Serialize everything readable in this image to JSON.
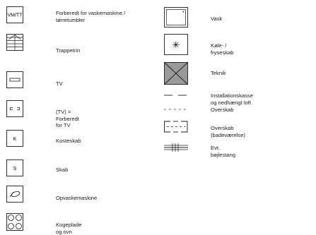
{
  "legend": {
    "left": [
      {
        "icon": "vm-tt-box-icon",
        "symbol_text": "VM/TT",
        "label": "Forberedt for vaskemaskine / tørretumbler"
      },
      {
        "icon": "stairs-icon",
        "label": "Trappetrin"
      },
      {
        "icon": "tv-icon",
        "label": "TV"
      },
      {
        "icon": "tv-prepared-icon",
        "label": "(TV) = Forberedt for TV"
      },
      {
        "icon": "broom-closet-icon",
        "symbol_text": "K",
        "label": "Kosteskab"
      },
      {
        "icon": "cabinet-icon",
        "symbol_text": "S",
        "label": "Skab"
      },
      {
        "icon": "dishwasher-icon",
        "label": "Opvaskemaskine"
      },
      {
        "icon": "hob-oven-icon",
        "label": "Kogeplade og ovn"
      }
    ],
    "right": [
      {
        "icon": "sink-icon",
        "label": "Vask"
      },
      {
        "icon": "fridge-freezer-icon",
        "symbol_text": "✳",
        "label": "Køle- / fryseskab"
      },
      {
        "icon": "technical-icon",
        "label": "Teknik"
      },
      {
        "icon": "dashed-line-long-icon",
        "label": "Installationskasse og nedhængt loft"
      },
      {
        "icon": "dashed-line-short-icon",
        "label": "Overskab"
      },
      {
        "icon": "bathroom-overhead-cabinet-icon",
        "label": "Overskab (badeværelse)"
      },
      {
        "icon": "clothes-rail-icon",
        "label": "Evt. bøjlestang"
      }
    ]
  }
}
